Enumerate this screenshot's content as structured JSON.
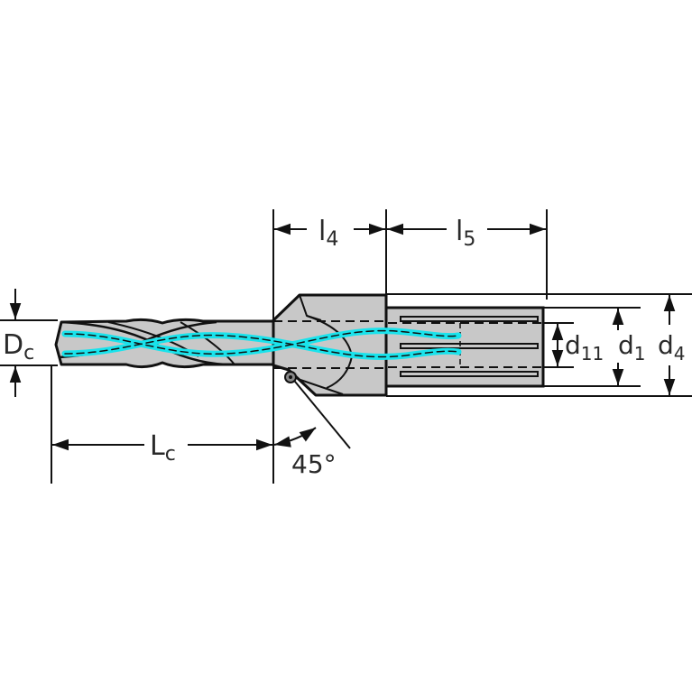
{
  "diagram": {
    "title": "Step drill with chamfer insert – technical dimension drawing",
    "colors": {
      "line": "#111111",
      "body_fill": "#c8c8c8",
      "coolant": "#19e3ec",
      "background": "#ffffff",
      "text": "#2a2a2a"
    },
    "dimensions": {
      "Dc": {
        "main": "D",
        "sub": "c"
      },
      "Lc": {
        "main": "L",
        "sub": "c"
      },
      "l4": {
        "main": "l",
        "sub": "4"
      },
      "l5": {
        "main": "l",
        "sub": "5"
      },
      "d11": {
        "main": "d",
        "sub": "11"
      },
      "d1": {
        "main": "d",
        "sub": "1"
      },
      "d4": {
        "main": "d",
        "sub": "4"
      },
      "angle": "45°"
    }
  }
}
